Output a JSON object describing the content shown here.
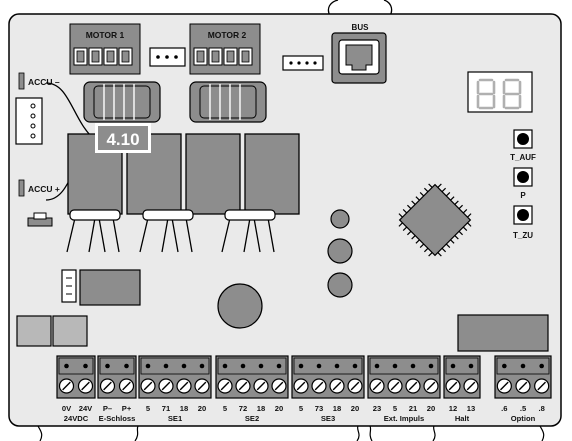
{
  "labels": {
    "motor1": "MOTOR 1",
    "motor2": "MOTOR 2",
    "bus": "BUS",
    "accu_minus": "ACCU –",
    "accu_plus": "ACCU +",
    "callout": "4.10",
    "t_auf": "T_AUF",
    "p": "P",
    "t_zu": "T_ZU"
  },
  "terminal_blocks": [
    {
      "id": "24vdc",
      "group": "24VDC",
      "pins": [
        "0V",
        "24V"
      ]
    },
    {
      "id": "e-schloss",
      "group": "E-Schloss",
      "pins": [
        "P–",
        "P+"
      ]
    },
    {
      "id": "se1",
      "group": "SE1",
      "pins": [
        "5",
        "71",
        "18",
        "20"
      ]
    },
    {
      "id": "se2",
      "group": "SE2",
      "pins": [
        "5",
        "72",
        "18",
        "20"
      ]
    },
    {
      "id": "se3",
      "group": "SE3",
      "pins": [
        "5",
        "73",
        "18",
        "20"
      ]
    },
    {
      "id": "ext-impuls",
      "group": "Ext. Impuls",
      "pins": [
        "23",
        "5",
        "21",
        "20"
      ]
    },
    {
      "id": "halt",
      "group": "Halt",
      "pins": [
        "12",
        "13"
      ]
    },
    {
      "id": "option",
      "group": "Option",
      "pins": [
        ".6",
        ".5",
        ".8"
      ]
    }
  ],
  "colors": {
    "board": "#eaeaea",
    "component": "#8d8d8d",
    "accent": "#8d8d8d",
    "outline": "#000000"
  }
}
